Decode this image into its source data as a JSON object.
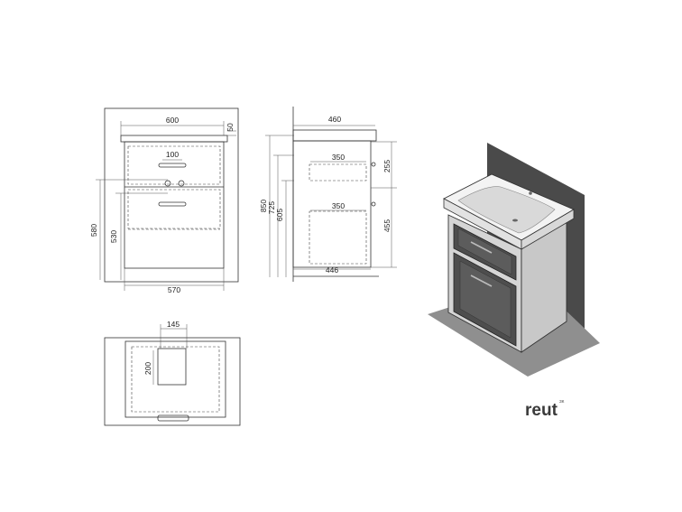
{
  "front_view": {
    "width_600": "600",
    "depth_50": "50",
    "handle_spacing_100": "100",
    "height_580": "580",
    "height_530": "530",
    "bottom_570": "570"
  },
  "side_view": {
    "depth_460": "460",
    "height_850": "850",
    "height_725": "725",
    "height_605": "605",
    "drawer_top_350": "350",
    "drawer_bottom_350": "350",
    "drawer_top_255": "255",
    "drawer_bottom_455": "455",
    "base_446": "446"
  },
  "top_view": {
    "cutout_145": "145",
    "cutout_200": "200"
  },
  "brand": {
    "name": "reut",
    "superscript": "ЗК"
  }
}
